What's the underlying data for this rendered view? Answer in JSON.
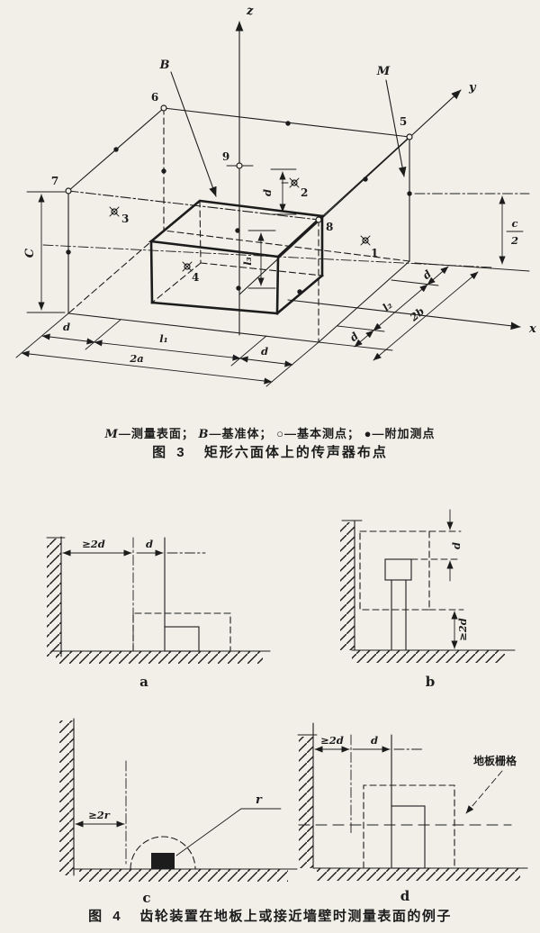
{
  "colors": {
    "paper": "#f1efe8",
    "ink": "#1c1c1c"
  },
  "fig3": {
    "axes": {
      "z": "z",
      "y": "y",
      "x": "x"
    },
    "leaders": {
      "b": "B",
      "m": "M"
    },
    "points": {
      "p1": "1",
      "p2": "2",
      "p3": "3",
      "p4": "4",
      "p5": "5",
      "p6": "6",
      "p7": "7",
      "p8": "8",
      "p9": "9"
    },
    "dims": {
      "d": "d",
      "l1": "l₁",
      "l2": "l₂",
      "l3": "l₃",
      "a2": "2a",
      "b2": "2b",
      "C": "C",
      "c_num": "c",
      "c_den": "2"
    },
    "legend": {
      "m_sym": "M",
      "m_desc": "—测量表面；",
      "b_sym": "B",
      "b_desc": "—基准体；",
      "basic_sym": "○",
      "basic_desc": "—基本测点；",
      "extra_sym": "●",
      "extra_desc": "—附加测点"
    },
    "caption": {
      "num": "图 3",
      "title": "矩形六面体上的传声器布点"
    }
  },
  "fig4": {
    "a": {
      "ge": "≥2d",
      "d": "d",
      "label": "a"
    },
    "b": {
      "d": "d",
      "ge": "≥2d",
      "label": "b"
    },
    "c": {
      "ge": "≥2r",
      "r": "r",
      "label": "c"
    },
    "d": {
      "ge": "≥2d",
      "d": "d",
      "grid": "地板栅格",
      "label": "d"
    },
    "caption": {
      "num": "图 4",
      "title": "齿轮装置在地板上或接近墙壁时测量表面的例子"
    }
  }
}
